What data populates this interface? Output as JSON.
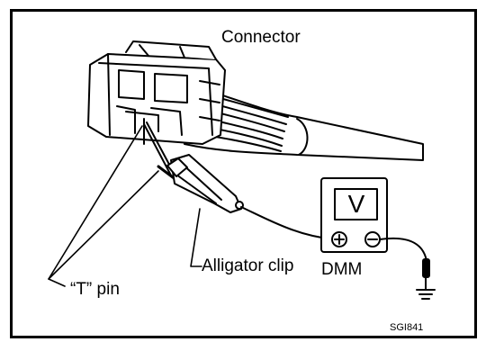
{
  "labels": {
    "connector": "Connector",
    "alligator_clip": "Alligator clip",
    "t_pin": "“T” pin",
    "dmm": "DMM",
    "dmm_display": "V",
    "figure_code": "SGI841"
  },
  "icons": {
    "positive_terminal": "plus-terminal-icon",
    "negative_terminal": "minus-terminal-icon",
    "ground": "ground-symbol-icon"
  },
  "colors": {
    "line": "#000000",
    "background": "#ffffff"
  }
}
